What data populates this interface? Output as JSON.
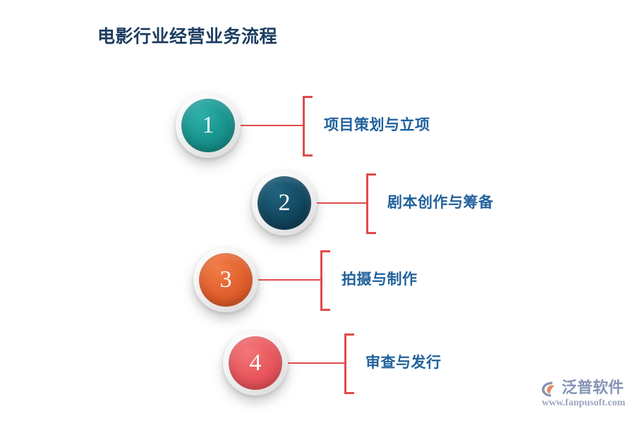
{
  "page": {
    "title": "电影行业经营业务流程",
    "background_color": "#ffffff",
    "title_color": "#1c3d60",
    "connector_color": "#e04b4c",
    "label_color": "#21619b"
  },
  "steps": [
    {
      "number": "1",
      "label": "项目策划与立项",
      "color": "#1a9690",
      "color_dark": "#11807a"
    },
    {
      "number": "2",
      "label": "剧本创作与筹备",
      "color": "#134a63",
      "color_dark": "#0d3a50"
    },
    {
      "number": "3",
      "label": "拍摄与制作",
      "color": "#e4622f",
      "color_dark": "#d0521f"
    },
    {
      "number": "4",
      "label": "审查与发行",
      "color": "#e9595e",
      "color_dark": "#db4a50"
    }
  ],
  "brand": {
    "name": "泛普软件",
    "url": "www.fanpusoft.com",
    "mark_color": "#8694b5",
    "mark_accent_color": "#e08a5e",
    "text_color": "#8694b5"
  }
}
